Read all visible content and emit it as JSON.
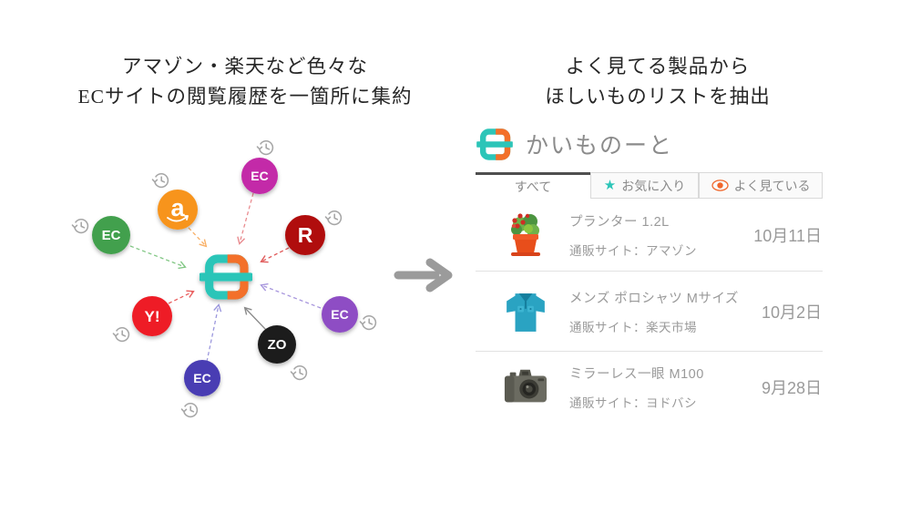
{
  "left": {
    "title": [
      "アマゾン・楽天など色々な",
      "ECサイトの閲覧履歴を一箇所に集約"
    ],
    "sites": [
      {
        "label": "EC",
        "color": "#43a04e",
        "arrow": "#82c785"
      },
      {
        "label": "a",
        "color": "#f7941e",
        "arrow": "#f9b066"
      },
      {
        "label": "EC",
        "color": "#c32ba8",
        "arrow": "#e98b8f"
      },
      {
        "label": "R",
        "color": "#b00c0c",
        "arrow": "#e05a5a"
      },
      {
        "label": "Y!",
        "color": "#ee1c25",
        "arrow": "#e96060"
      },
      {
        "label": "EC",
        "color": "#493cb3",
        "arrow": "#9b97dd"
      },
      {
        "label": "ZO",
        "color": "#1c1c1c",
        "arrow": "#8a8a8a"
      },
      {
        "label": "EC",
        "color": "#8e4ec4",
        "arrow": "#a796dd"
      }
    ]
  },
  "right": {
    "title": [
      "よく見てる製品から",
      "ほしいものリストを抽出"
    ],
    "app": {
      "name": "かいものーと",
      "tabs": [
        {
          "label": "すべて",
          "active": true
        },
        {
          "label": "お気に入り",
          "icon": "star"
        },
        {
          "label": "よく見ている",
          "icon": "eye"
        }
      ],
      "items": [
        {
          "icon": "potted-plant",
          "name": "プランター 1.2L",
          "site": "通販サイト：アマゾン",
          "date": "10月11日"
        },
        {
          "icon": "polo-shirt",
          "name": "メンズ ポロシャツ Mサイズ",
          "site": "通販サイト：楽天市場",
          "date": "10月2日"
        },
        {
          "icon": "camera",
          "name": "ミラーレス一眼 M100",
          "site": "通販サイト：ヨドバシ",
          "date": "9月28日"
        }
      ]
    }
  },
  "colors": {
    "brand_teal": "#2cc5b8",
    "brand_orange": "#f3702a",
    "active_tab_border": "#4f4f4f",
    "text_gray": "#9a9a9a",
    "big_arrow_gray": "#9b9b9b",
    "clock_gray": "#a6a6a6"
  }
}
